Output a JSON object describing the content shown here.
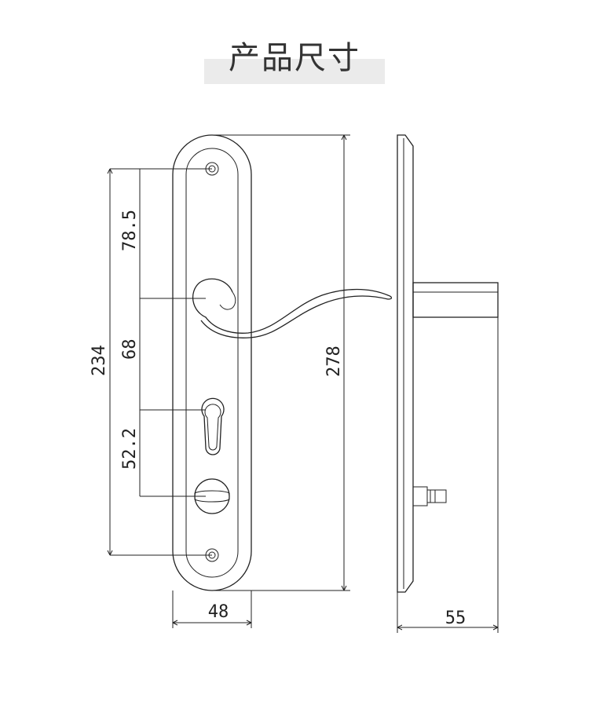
{
  "title": "产品尺寸",
  "dimensions": {
    "hole_spacing": "78.5",
    "handle_to_cylinder": "68",
    "center_distance": "52.2",
    "screw_spacing": "234",
    "plate_height": "278",
    "plate_width": "48",
    "depth": "55"
  }
}
